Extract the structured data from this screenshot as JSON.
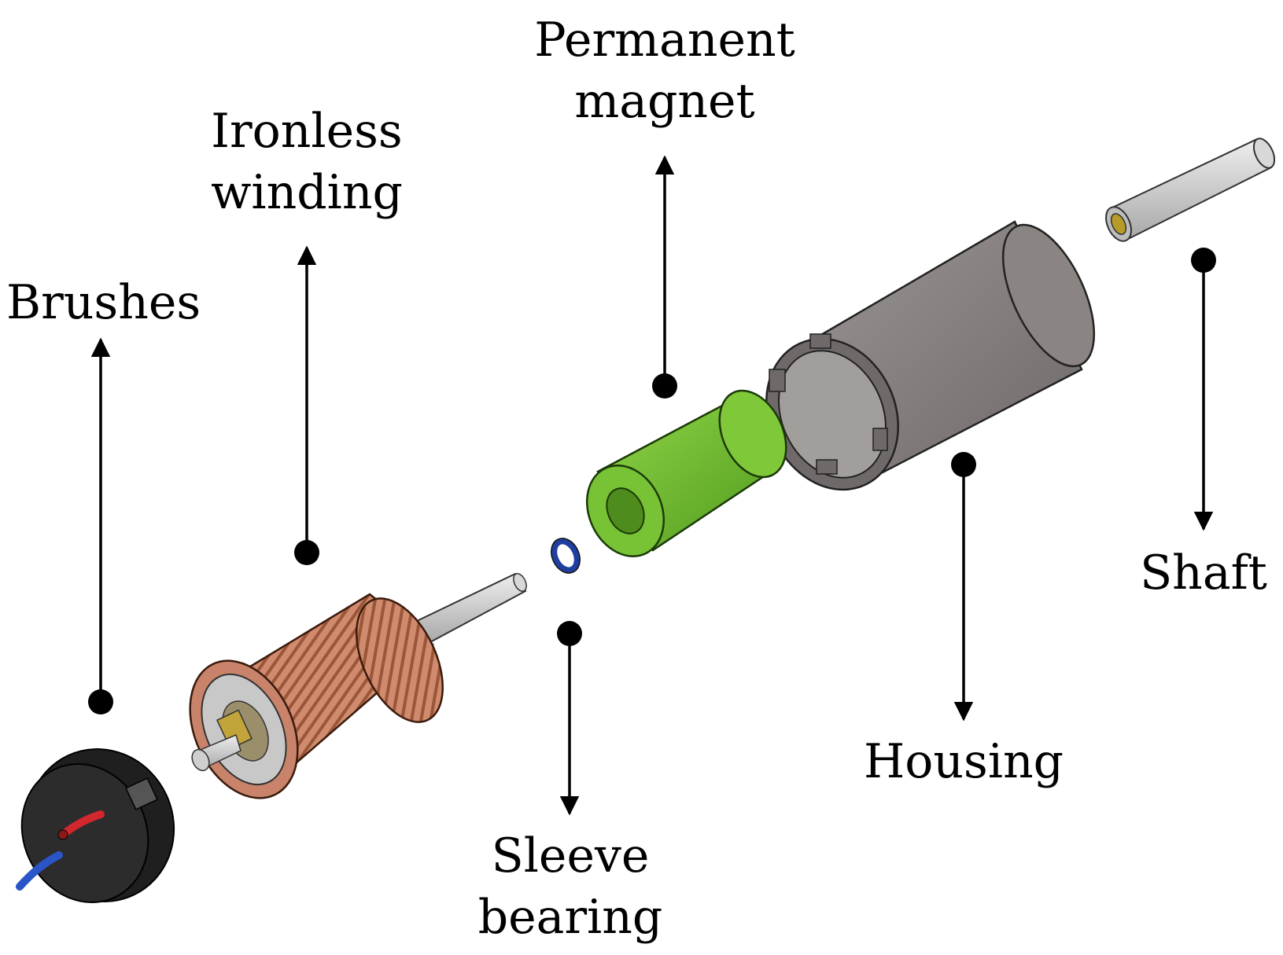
{
  "labels": {
    "brushes": "Brushes",
    "ironless_winding": [
      "Ironless",
      "winding"
    ],
    "permanent_magnet": [
      "Permanent",
      "magnet"
    ],
    "sleeve_bearing": [
      "Sleeve",
      "bearing"
    ],
    "housing": "Housing",
    "shaft": "Shaft"
  },
  "colors": {
    "brushes_body": "#2a2a2a",
    "winding_copper": "#c8836a",
    "magnet_green": "#6cb82e",
    "bearing_blue": "#1f3fa0",
    "housing_gray": "#8a8583",
    "shaft_gray": "#cfcfcf",
    "wire_red": "#d0282d",
    "wire_blue": "#2a55c8"
  }
}
